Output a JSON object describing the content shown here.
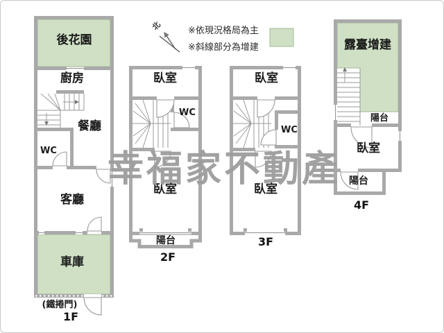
{
  "notes": {
    "note1": "※依現況格局為主",
    "note2": "※斜線部分為增建"
  },
  "compass": {
    "north_label": "北"
  },
  "watermark": {
    "text": "幸福家不動產"
  },
  "colors": {
    "wall_gray": "#a9a9a9",
    "addition_green": "#cfe0c4",
    "watermark_gray": "#9d9d9d"
  },
  "floor_1f": {
    "garden": "後花園",
    "kitchen": "廚房",
    "dining": "餐廳",
    "wc": "WC",
    "living": "客廳",
    "garage": "車庫",
    "shutter_note": "(鐵捲門)",
    "label": "1F"
  },
  "floor_2f": {
    "bedroom_top": "臥室",
    "wc": "WC",
    "bedroom_bottom": "臥室",
    "balcony": "陽台",
    "label": "2F"
  },
  "floor_3f": {
    "bedroom_top": "臥室",
    "wc": "WC",
    "bedroom_bottom": "臥室",
    "label": "3F"
  },
  "floor_4f": {
    "terrace": "露臺增建",
    "balcony_upper": "陽台",
    "bedroom": "臥室",
    "balcony_lower": "陽台",
    "label": "4F"
  }
}
